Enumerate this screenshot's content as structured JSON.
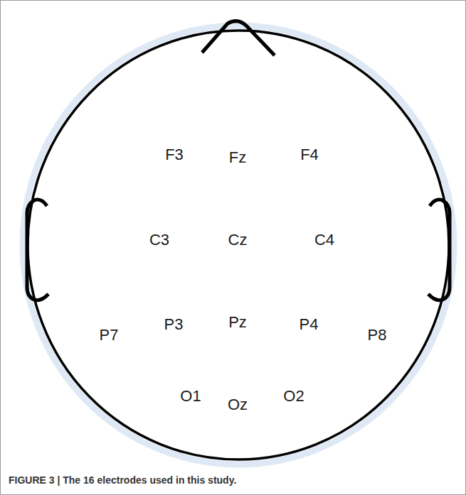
{
  "diagram": {
    "caption": "FIGURE 3 | The 16 electrodes used in this study.",
    "labels": [
      "F3",
      "Fz",
      "F4",
      "C3",
      "Cz",
      "C4",
      "P7",
      "P3",
      "Pz",
      "P4",
      "P8",
      "O1",
      "Oz",
      "O2"
    ]
  }
}
